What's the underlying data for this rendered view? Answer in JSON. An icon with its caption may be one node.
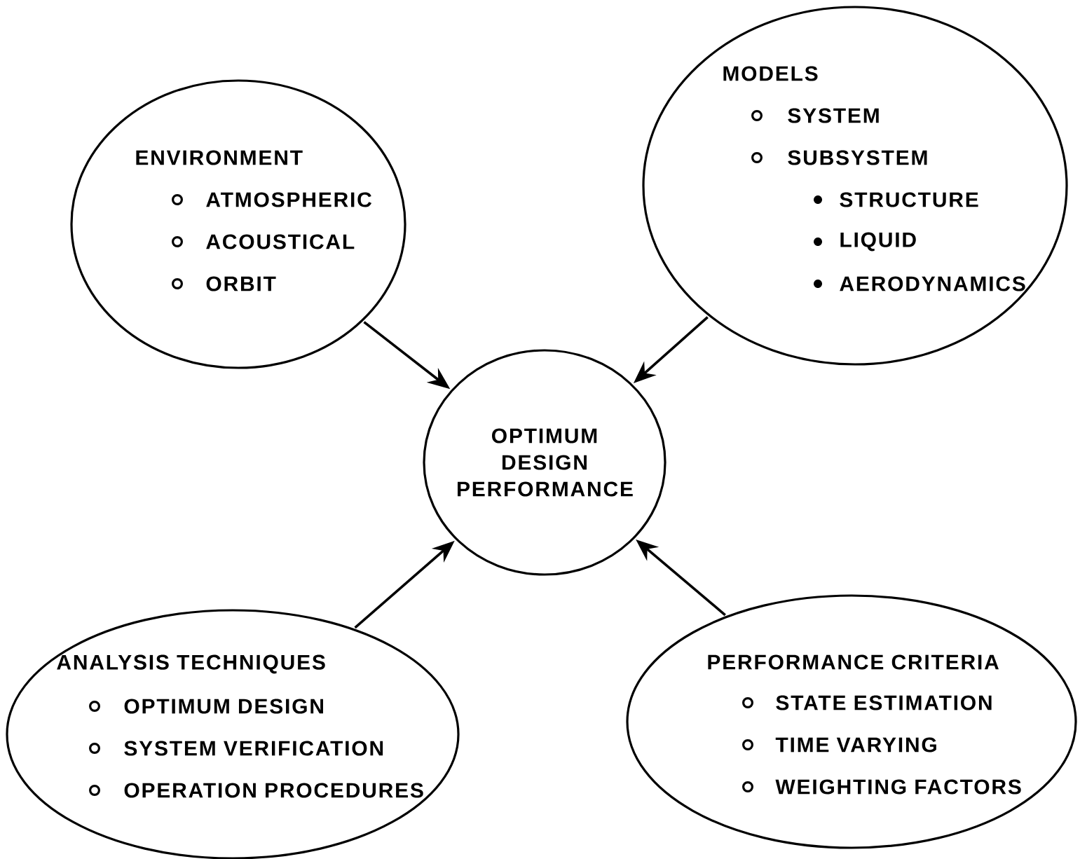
{
  "diagram": {
    "nodes": [
      {
        "text": [
          "ENVIRONMENT",
          "ATMOSPHERIC",
          "ACOUSTICAL",
          "ORBIT"
        ]
      },
      {
        "text": [
          "MODELS",
          "SYSTEM",
          "SUBSYSTEM",
          "STRUCTURE",
          "LIQUID",
          "AERODYNAMICS"
        ]
      },
      {
        "text": [
          "OPTIMUM DESIGN PERFORMANCE"
        ]
      },
      {
        "text": [
          "ANALYSIS TECHNIQUES",
          "OPTIMUM DESIGN",
          "SYSTEM VERIFICATION",
          "OPERATION PROCEDURES"
        ]
      },
      {
        "text": [
          "PERFORMANCE CRITERIA",
          "STATE ESTIMATION",
          "TIME VARYING",
          "WEIGHTING FACTORS"
        ]
      }
    ],
    "edges": [
      {
        "from": 0,
        "to": 2,
        "arrow": "to"
      },
      {
        "from": 1,
        "to": 2,
        "arrow": "to"
      },
      {
        "from": 3,
        "to": 2,
        "arrow": "to"
      },
      {
        "from": 4,
        "to": 2,
        "arrow": "to"
      }
    ]
  }
}
